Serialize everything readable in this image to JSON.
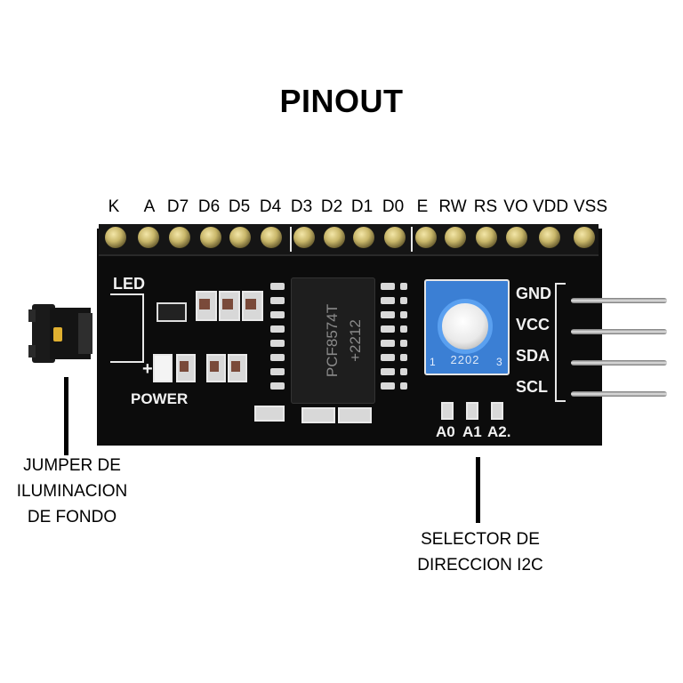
{
  "title": "PINOUT",
  "pin_labels": [
    "K",
    "A",
    "D7",
    "D6",
    "D5",
    "D4",
    "D3",
    "D2",
    "D1",
    "D0",
    "E",
    "RW",
    "RS",
    "VO",
    "VDD",
    "VSS"
  ],
  "board": {
    "led_label": "LED",
    "power_label": "POWER",
    "chip_lines": [
      "PCF8574T",
      "+2212"
    ],
    "pot_code": "2202",
    "pot_pin1": "1",
    "pot_pin3": "3",
    "i2c_labels": [
      "GND",
      "VCC",
      "SDA",
      "SCL"
    ],
    "addr_labels": [
      "A0",
      "A1",
      "A2."
    ],
    "plus_sign": "+"
  },
  "annotations": {
    "jumper_lines": [
      "JUMPER DE",
      "ILUMINACION",
      "DE FONDO"
    ],
    "selector_lines": [
      "SELECTOR DE",
      "DIRECCION I2C"
    ]
  },
  "colors": {
    "board": "#0c0c0c",
    "potentiometer": "#3b7fd4",
    "silkscreen": "#f2f2f2",
    "jumper": "#1a1a1a"
  }
}
